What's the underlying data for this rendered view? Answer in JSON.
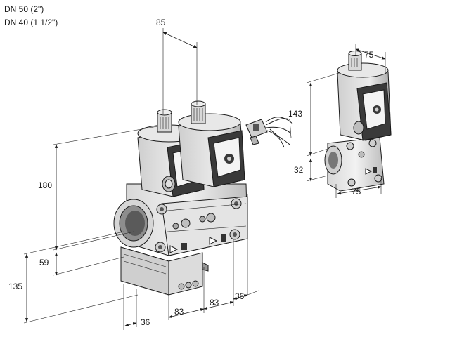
{
  "title": {
    "line1": "DN 50 (2\")",
    "line2": "DN 40 (1 1/2\")"
  },
  "dimensions": {
    "top_width": "85",
    "height_total": "180",
    "flange_height": "59",
    "bottom_height": "135",
    "left_depth": "36",
    "module_width_1": "83",
    "module_width_2": "83",
    "right_depth": "36",
    "single_top_width": "75",
    "single_height": "143",
    "single_flange": "32",
    "single_bottom_width": "75"
  },
  "colors": {
    "line": "#1a1a1a",
    "body_light": "#e8e8e8",
    "body_mid": "#c9c9c9",
    "body_dark": "#9a9a9a",
    "coil_black": "#3a3a3a"
  }
}
